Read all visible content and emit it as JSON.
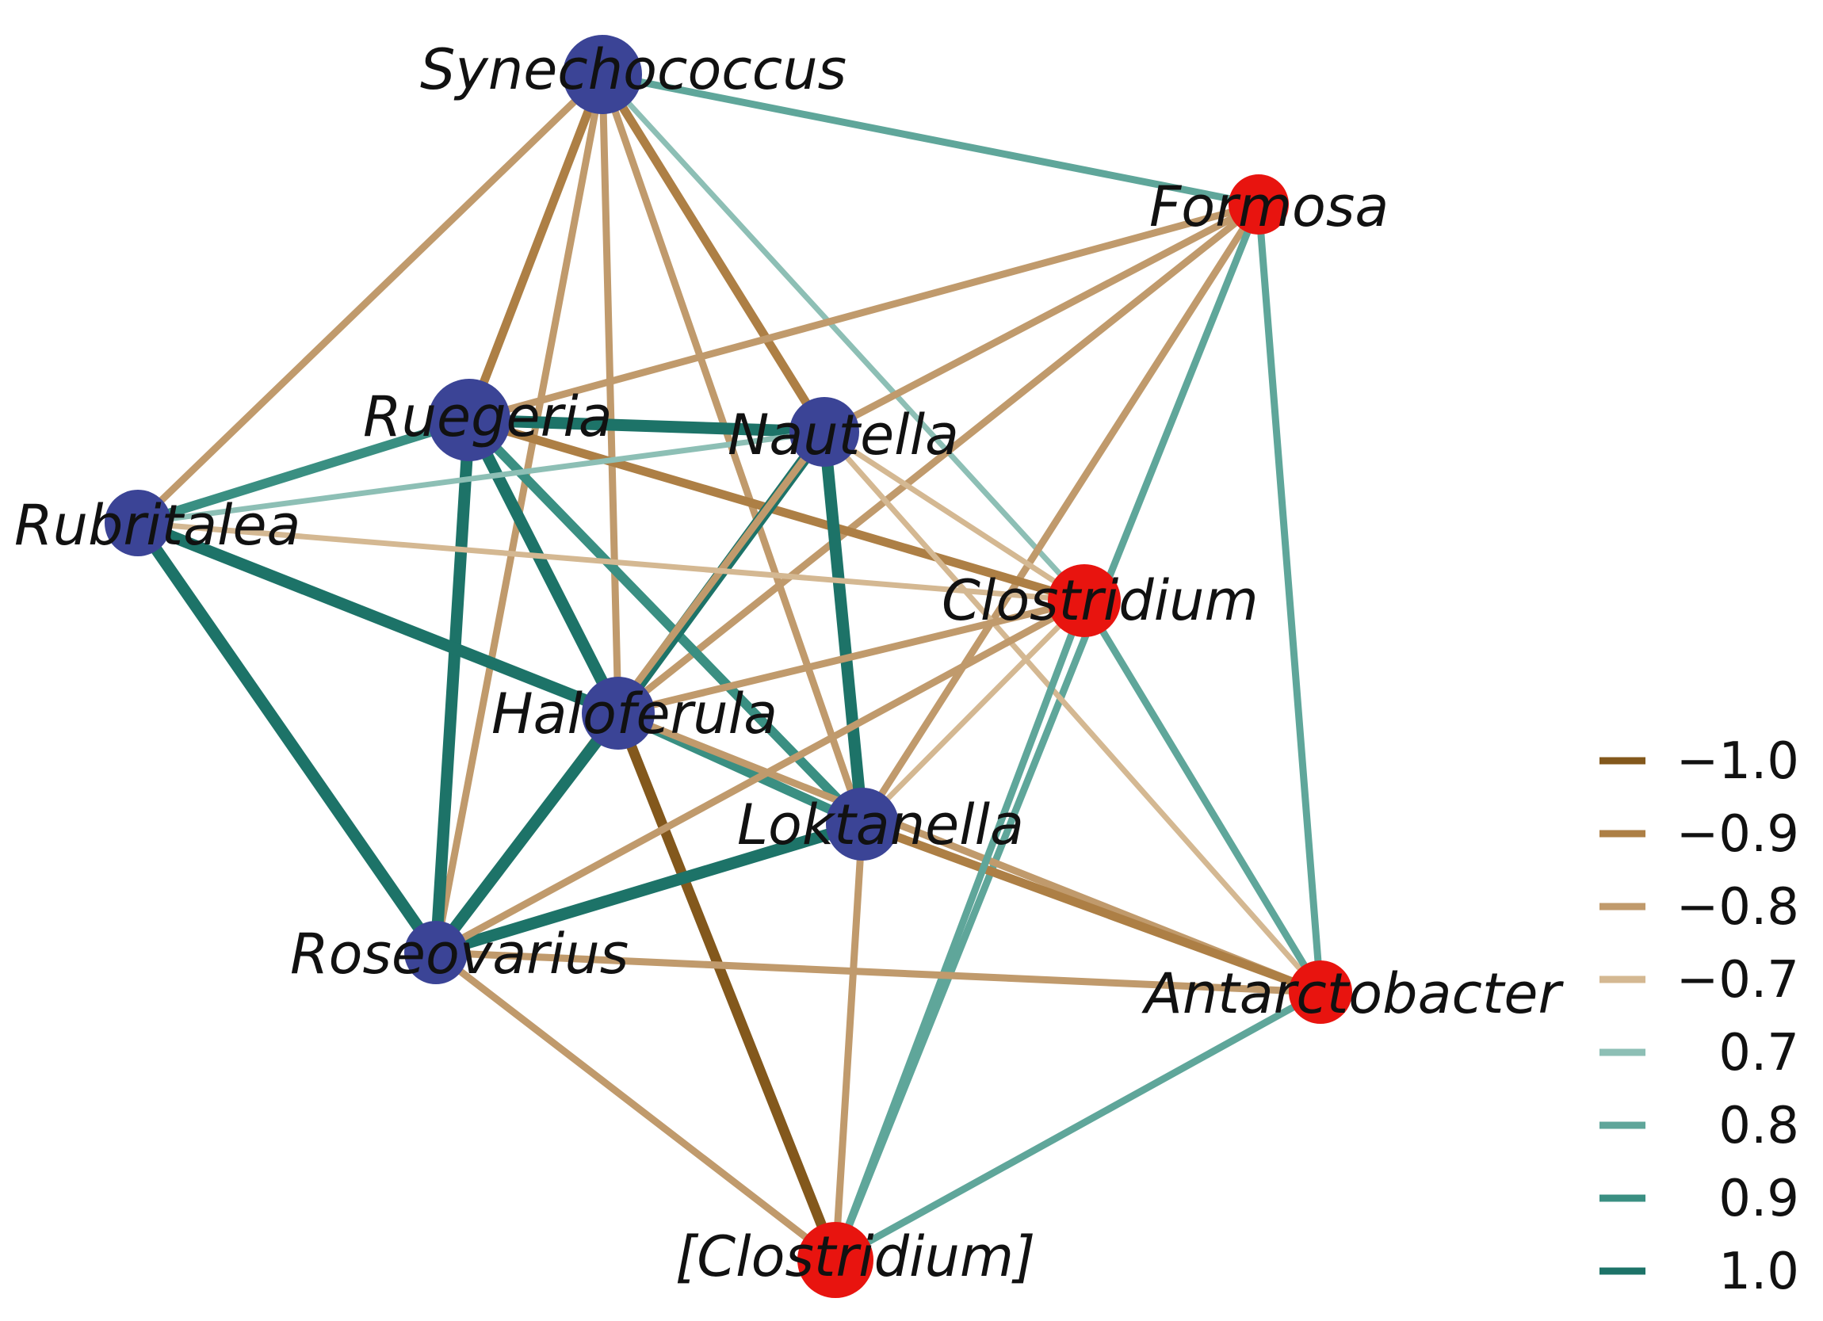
{
  "colors": {
    "positive_node": "#3b4496",
    "negative_node": "#e8140f",
    "correlation": {
      "-1.0": "#83581c",
      "-0.9": "#ad7f45",
      "-0.8": "#c09a6c",
      "-0.7": "#d4b892",
      "0.7": "#8dbfb5",
      "0.8": "#5fa69a",
      "0.9": "#3a8f82",
      "1.0": "#1d7368"
    }
  },
  "nodes": [
    {
      "id": "synechococcus",
      "label": "Synechococcus",
      "group": "blue"
    },
    {
      "id": "formosa",
      "label": "Formosa",
      "group": "red"
    },
    {
      "id": "ruegeria",
      "label": "Ruegeria",
      "group": "blue"
    },
    {
      "id": "nautella",
      "label": "Nautella",
      "group": "blue"
    },
    {
      "id": "rubritalea",
      "label": "Rubritalea",
      "group": "blue"
    },
    {
      "id": "clostridium",
      "label": "Clostridium",
      "group": "red"
    },
    {
      "id": "haloferula",
      "label": "Haloferula",
      "group": "blue"
    },
    {
      "id": "loktanella",
      "label": "Loktanella",
      "group": "blue"
    },
    {
      "id": "roseovarius",
      "label": "Roseovarius",
      "group": "blue"
    },
    {
      "id": "antarctobacter",
      "label": "Antarctobacter",
      "group": "red"
    },
    {
      "id": "clostridium2",
      "label": "[Clostridium]",
      "group": "red"
    }
  ],
  "edges": [
    {
      "source": "synechococcus",
      "target": "formosa",
      "weight": 0.8
    },
    {
      "source": "synechococcus",
      "target": "rubritalea",
      "weight": -0.8
    },
    {
      "source": "synechococcus",
      "target": "ruegeria",
      "weight": -0.9
    },
    {
      "source": "synechococcus",
      "target": "nautella",
      "weight": -0.9
    },
    {
      "source": "synechococcus",
      "target": "haloferula",
      "weight": -0.8
    },
    {
      "source": "synechococcus",
      "target": "loktanella",
      "weight": -0.8
    },
    {
      "source": "synechococcus",
      "target": "roseovarius",
      "weight": -0.8
    },
    {
      "source": "synechococcus",
      "target": "clostridium",
      "weight": 0.7
    },
    {
      "source": "formosa",
      "target": "ruegeria",
      "weight": -0.8
    },
    {
      "source": "formosa",
      "target": "nautella",
      "weight": -0.8
    },
    {
      "source": "formosa",
      "target": "haloferula",
      "weight": -0.8
    },
    {
      "source": "formosa",
      "target": "loktanella",
      "weight": -0.8
    },
    {
      "source": "formosa",
      "target": "clostridium2",
      "weight": 0.8
    },
    {
      "source": "formosa",
      "target": "antarctobacter",
      "weight": 0.8
    },
    {
      "source": "ruegeria",
      "target": "nautella",
      "weight": 1.0
    },
    {
      "source": "ruegeria",
      "target": "rubritalea",
      "weight": 0.9
    },
    {
      "source": "ruegeria",
      "target": "roseovarius",
      "weight": 1.0
    },
    {
      "source": "ruegeria",
      "target": "haloferula",
      "weight": 1.0
    },
    {
      "source": "ruegeria",
      "target": "loktanella",
      "weight": 0.9
    },
    {
      "source": "ruegeria",
      "target": "clostridium",
      "weight": -0.9
    },
    {
      "source": "nautella",
      "target": "rubritalea",
      "weight": 0.7
    },
    {
      "source": "nautella",
      "target": "haloferula",
      "weight": 1.0
    },
    {
      "source": "nautella",
      "target": "loktanella",
      "weight": 1.0
    },
    {
      "source": "nautella",
      "target": "roseovarius",
      "weight": -0.8
    },
    {
      "source": "nautella",
      "target": "clostridium",
      "weight": -0.7
    },
    {
      "source": "nautella",
      "target": "antarctobacter",
      "weight": -0.7
    },
    {
      "source": "rubritalea",
      "target": "haloferula",
      "weight": 1.0
    },
    {
      "source": "rubritalea",
      "target": "roseovarius",
      "weight": 1.0
    },
    {
      "source": "rubritalea",
      "target": "clostridium",
      "weight": -0.7
    },
    {
      "source": "haloferula",
      "target": "clostridium",
      "weight": -0.8
    },
    {
      "source": "haloferula",
      "target": "loktanella",
      "weight": 0.9
    },
    {
      "source": "haloferula",
      "target": "roseovarius",
      "weight": 1.0
    },
    {
      "source": "haloferula",
      "target": "clostridium2",
      "weight": -1.0
    },
    {
      "source": "haloferula",
      "target": "antarctobacter",
      "weight": -0.8
    },
    {
      "source": "loktanella",
      "target": "clostridium",
      "weight": -0.7
    },
    {
      "source": "loktanella",
      "target": "roseovarius",
      "weight": 1.0
    },
    {
      "source": "loktanella",
      "target": "antarctobacter",
      "weight": -0.9
    },
    {
      "source": "loktanella",
      "target": "clostridium2",
      "weight": -0.8
    },
    {
      "source": "clostridium",
      "target": "roseovarius",
      "weight": -0.8
    },
    {
      "source": "clostridium",
      "target": "clostridium2",
      "weight": 0.8
    },
    {
      "source": "clostridium",
      "target": "antarctobacter",
      "weight": 0.8
    },
    {
      "source": "roseovarius",
      "target": "antarctobacter",
      "weight": -0.8
    },
    {
      "source": "roseovarius",
      "target": "clostridium2",
      "weight": -0.8
    },
    {
      "source": "antarctobacter",
      "target": "clostridium2",
      "weight": 0.8
    }
  ],
  "legend": [
    {
      "label": "−1.0",
      "key": "-1.0"
    },
    {
      "label": "−0.9",
      "key": "-0.9"
    },
    {
      "label": "−0.8",
      "key": "-0.8"
    },
    {
      "label": "−0.7",
      "key": "-0.7"
    },
    {
      "label": "0.7",
      "key": "0.7"
    },
    {
      "label": "0.8",
      "key": "0.8"
    },
    {
      "label": "0.9",
      "key": "0.9"
    },
    {
      "label": "1.0",
      "key": "1.0"
    }
  ]
}
